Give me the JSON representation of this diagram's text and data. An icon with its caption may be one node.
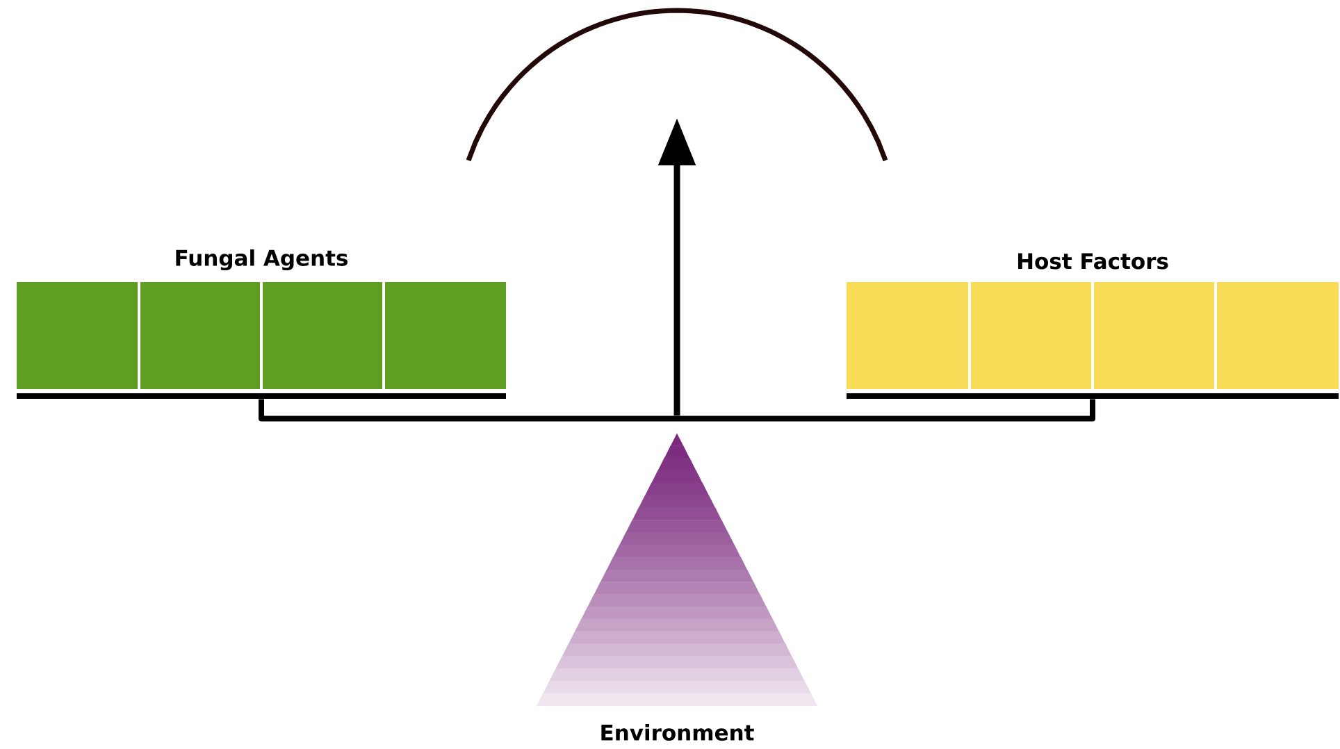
{
  "diagram": {
    "nodes": [
      {
        "text": [
          "Fungal Agents"
        ]
      },
      {
        "text": [
          "Host Factors"
        ]
      },
      {
        "text": [
          "Environment"
        ]
      }
    ],
    "edges": [
      {
        "from": 0,
        "to": 1,
        "arrow": "none"
      }
    ]
  }
}
